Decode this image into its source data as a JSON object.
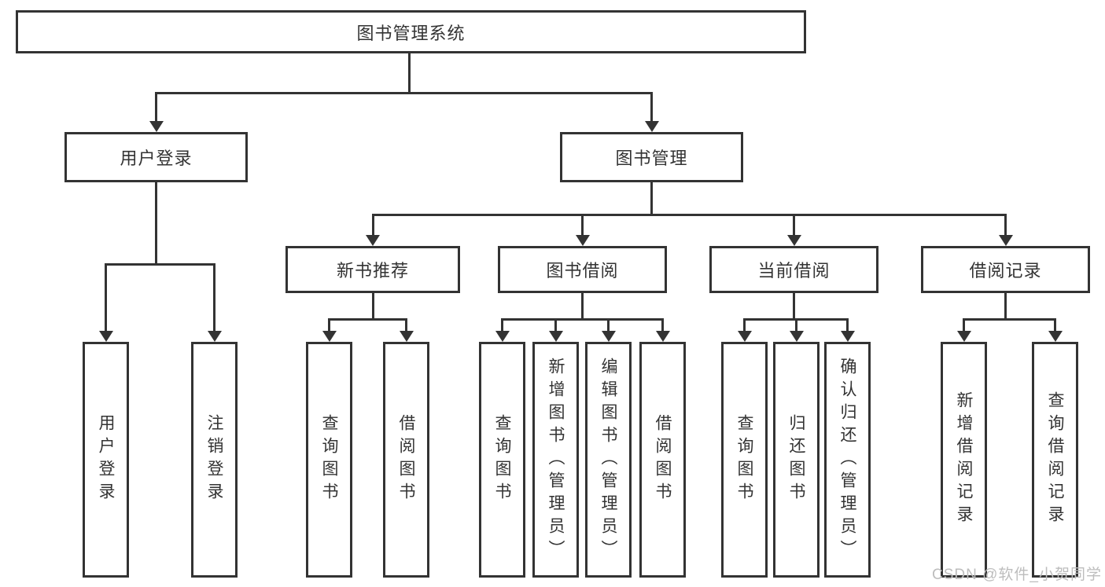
{
  "tree": {
    "root": {
      "label": "图书管理系统"
    },
    "branches": [
      {
        "label": "用户登录",
        "children": [
          {
            "label": "用户登录"
          },
          {
            "label": "注销登录"
          }
        ]
      },
      {
        "label": "图书管理",
        "groups": [
          {
            "label": "新书推荐",
            "children": [
              {
                "label": "查询图书"
              },
              {
                "label": "借阅图书"
              }
            ]
          },
          {
            "label": "图书借阅",
            "children": [
              {
                "label": "查询图书"
              },
              {
                "label": "新增图书（管理员）"
              },
              {
                "label": "编辑图书（管理员）"
              },
              {
                "label": "借阅图书"
              }
            ]
          },
          {
            "label": "当前借阅",
            "children": [
              {
                "label": "查询图书"
              },
              {
                "label": "归还图书"
              },
              {
                "label": "确认归还（管理员）"
              }
            ]
          },
          {
            "label": "借阅记录",
            "children": [
              {
                "label": "新增借阅记录"
              },
              {
                "label": "查询借阅记录"
              }
            ]
          }
        ]
      }
    ]
  },
  "watermark": {
    "text": "CSDN @软件_小贺同学"
  },
  "colors": {
    "line": "#333333",
    "text": "#333333",
    "watermark": "#bdbdbd",
    "background": "#ffffff"
  }
}
